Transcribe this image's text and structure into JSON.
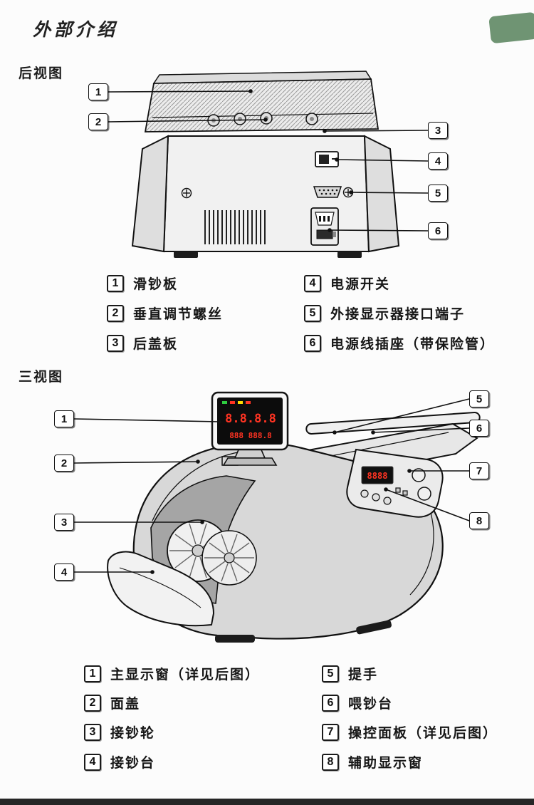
{
  "title": "外部介绍",
  "rear": {
    "heading": "后视图",
    "callouts": [
      "1",
      "2",
      "3",
      "4",
      "5",
      "6"
    ],
    "legend_left": [
      {
        "num": "1",
        "label": "滑钞板"
      },
      {
        "num": "2",
        "label": "垂直调节螺丝"
      },
      {
        "num": "3",
        "label": "后盖板"
      }
    ],
    "legend_right": [
      {
        "num": "4",
        "label": "电源开关"
      },
      {
        "num": "5",
        "label": "外接显示器接口端子"
      },
      {
        "num": "6",
        "label": "电源线插座（带保险管）"
      }
    ]
  },
  "three": {
    "heading": "三视图",
    "callouts": [
      "1",
      "2",
      "3",
      "4",
      "5",
      "6",
      "7",
      "8"
    ],
    "display": {
      "line1": "8.8.8.8",
      "line2": "888 888.8",
      "panel": "8888"
    },
    "legend_left": [
      {
        "num": "1",
        "label": "主显示窗（详见后图）"
      },
      {
        "num": "2",
        "label": "面盖"
      },
      {
        "num": "3",
        "label": "接钞轮"
      },
      {
        "num": "4",
        "label": "接钞台"
      }
    ],
    "legend_right": [
      {
        "num": "5",
        "label": "提手"
      },
      {
        "num": "6",
        "label": "喂钞台"
      },
      {
        "num": "7",
        "label": "操控面板（详见后图）"
      },
      {
        "num": "8",
        "label": "辅助显示窗"
      }
    ]
  }
}
